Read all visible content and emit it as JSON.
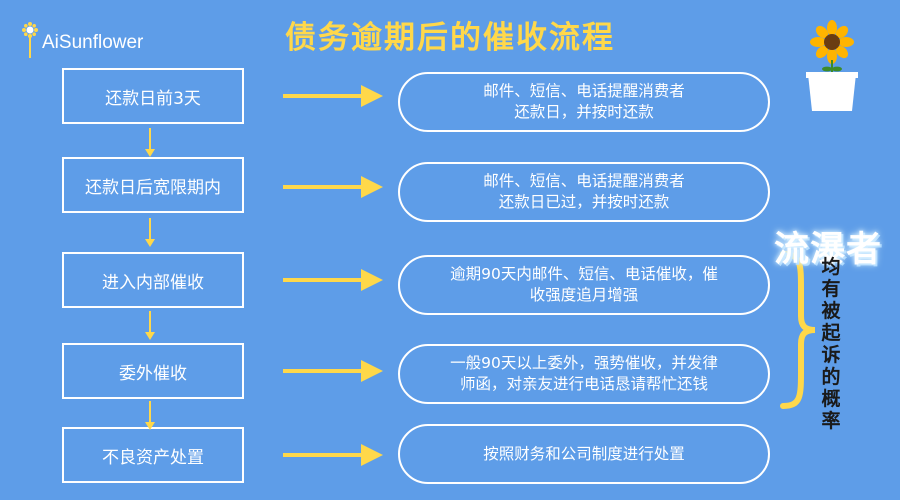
{
  "brand": {
    "name": "AiSunflower"
  },
  "title": "债务逾期后的催收流程",
  "steps": [
    {
      "label": "还款日前3天",
      "description": "邮件、短信、电话提醒消费者\n还款日，并按时还款"
    },
    {
      "label": "还款日后宽限期内",
      "description": "邮件、短信、电话提醒消费者\n还款日已过，并按时还款"
    },
    {
      "label": "进入内部催收",
      "description": "逾期90天内邮件、短信、电话催收，催\n收强度追月增强"
    },
    {
      "label": "委外催收",
      "description": "一般90天以上委外，强势催收，并发律\n师函，对亲友进行电话恳请帮忙还钱"
    },
    {
      "label": "不良资产处置",
      "description": "按照财务和公司制度进行处置"
    }
  ],
  "side_note": {
    "stamp": "流瀑者",
    "vertical_text": "均有被起诉的概率"
  },
  "colors": {
    "background": "#5e9de8",
    "accent": "#ffd84a",
    "line": "#ffffff"
  }
}
